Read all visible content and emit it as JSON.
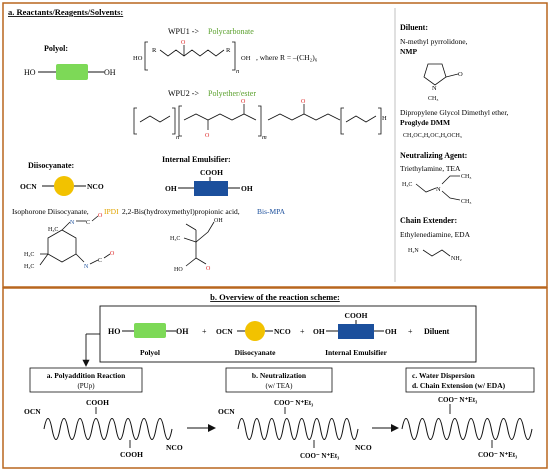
{
  "colors": {
    "frame": "#b8661e",
    "polyol": "#7dd957",
    "diisocyanate": "#f2c200",
    "emulsifier": "#1b4f9c",
    "green_text": "#5aa02c",
    "orange_text": "#e0a400",
    "blue_text": "#1b4f9c"
  },
  "section_a": {
    "title": "a. Reactants/Reagents/Solvents:",
    "polyol_label": "Polyol:",
    "ho": "HO",
    "oh": "OH",
    "wpu1_prefix": "WPU1 ->",
    "wpu1_product": "Polycarbonate",
    "wpu1_where": ", where R = –(CH₂)₆",
    "wpu1_ho": "HO",
    "wpu1_oh": "OH",
    "wpu1_r": "R",
    "wpu1_n": "n",
    "wpu2_prefix": "WPU2 ->",
    "wpu2_product": "Polyether/ester",
    "wpu2_n": "n",
    "wpu2_m": "m",
    "wpu2_o": "O",
    "wpu2_h": "H",
    "diluent_title": "Diluent:",
    "nmp_name": "N-methyl pyrrolidone,",
    "nmp_abbr": "NMP",
    "nmp_n": "N",
    "nmp_o": "O",
    "nmp_ch3": "CH₃",
    "dmm_name": "Dipropylene Glycol Dimethyl ether,",
    "dmm_abbr": "Proglyde DMM",
    "dmm_formula": "CH₃OC₃H₆OC₃H₆OCH₃",
    "neutral_title": "Neutralizing Agent:",
    "tea_name": "Triethylamine, TEA",
    "tea_h3c": "H₃C",
    "tea_n": "N",
    "tea_ch3a": "CH₃",
    "tea_ch3b": "CH₃",
    "extender_title": "Chain Extender:",
    "eda_name": "Ethylenediamine, EDA",
    "eda_h2n": "H₂N",
    "eda_nh2": "NH₂",
    "diiso_title": "Diisocyanate:",
    "ocn": "OCN",
    "nco": "NCO",
    "ipdi_name": "Isophorone Diisocyanate,",
    "ipdi_abbr": "IPDI",
    "ipdi_h3c_top": "H₃C",
    "ipdi_h3c_a": "H₃C",
    "ipdi_h3c_b": "H₃C",
    "ipdi_n1": "N",
    "ipdi_n2": "N",
    "ipdi_c1": "C",
    "ipdi_c2": "C",
    "ipdi_o1": "O",
    "ipdi_o2": "O",
    "emul_title": "Internal Emulsifier:",
    "cooh": "COOH",
    "emul_oh": "OH",
    "emul_oh2": "OH",
    "bismpa_name": "2,2-Bis(hydroxymethyl)propionic acid,",
    "bismpa_abbr": "Bis-MPA",
    "bismpa_h3c": "H₃C",
    "bismpa_ho": "HO",
    "bismpa_o": "O",
    "bismpa_oh": "OH"
  },
  "section_b": {
    "title": "b. Overview of the reaction scheme:",
    "ho": "HO",
    "oh": "OH",
    "plus": "+",
    "ocn": "OCN",
    "nco": "NCO",
    "cooh": "COOH",
    "emul_oh1": "OH",
    "emul_oh2": "OH",
    "diluent": "Diluent",
    "polyol": "Polyol",
    "diisocyanate": "Diisocyanate",
    "emulsifier": "Internal Emulsifier",
    "step_a": "a. Polyaddition Reaction",
    "step_a_sub": "(PUp)",
    "step_b": "b. Neutralization",
    "step_b_sub": "(w/ TEA)",
    "step_c": "c. Water Dispersion",
    "step_d": "d. Chain Extension (w/ EDA)",
    "p1_ocn": "OCN",
    "p1_cooh_top": "COOH",
    "p1_cooh_bot": "COOH",
    "p1_nco": "NCO",
    "p2_ocn": "OCN",
    "p2_coo_top": "COO⁻ N⁺Et₃",
    "p2_coo_bot": "COO⁻ N⁺Et₃",
    "p2_nco": "NCO",
    "p3_coo_top": "COO⁻ N⁺Et₃",
    "p3_coo_bot": "COO⁻ N⁺Et₃"
  }
}
